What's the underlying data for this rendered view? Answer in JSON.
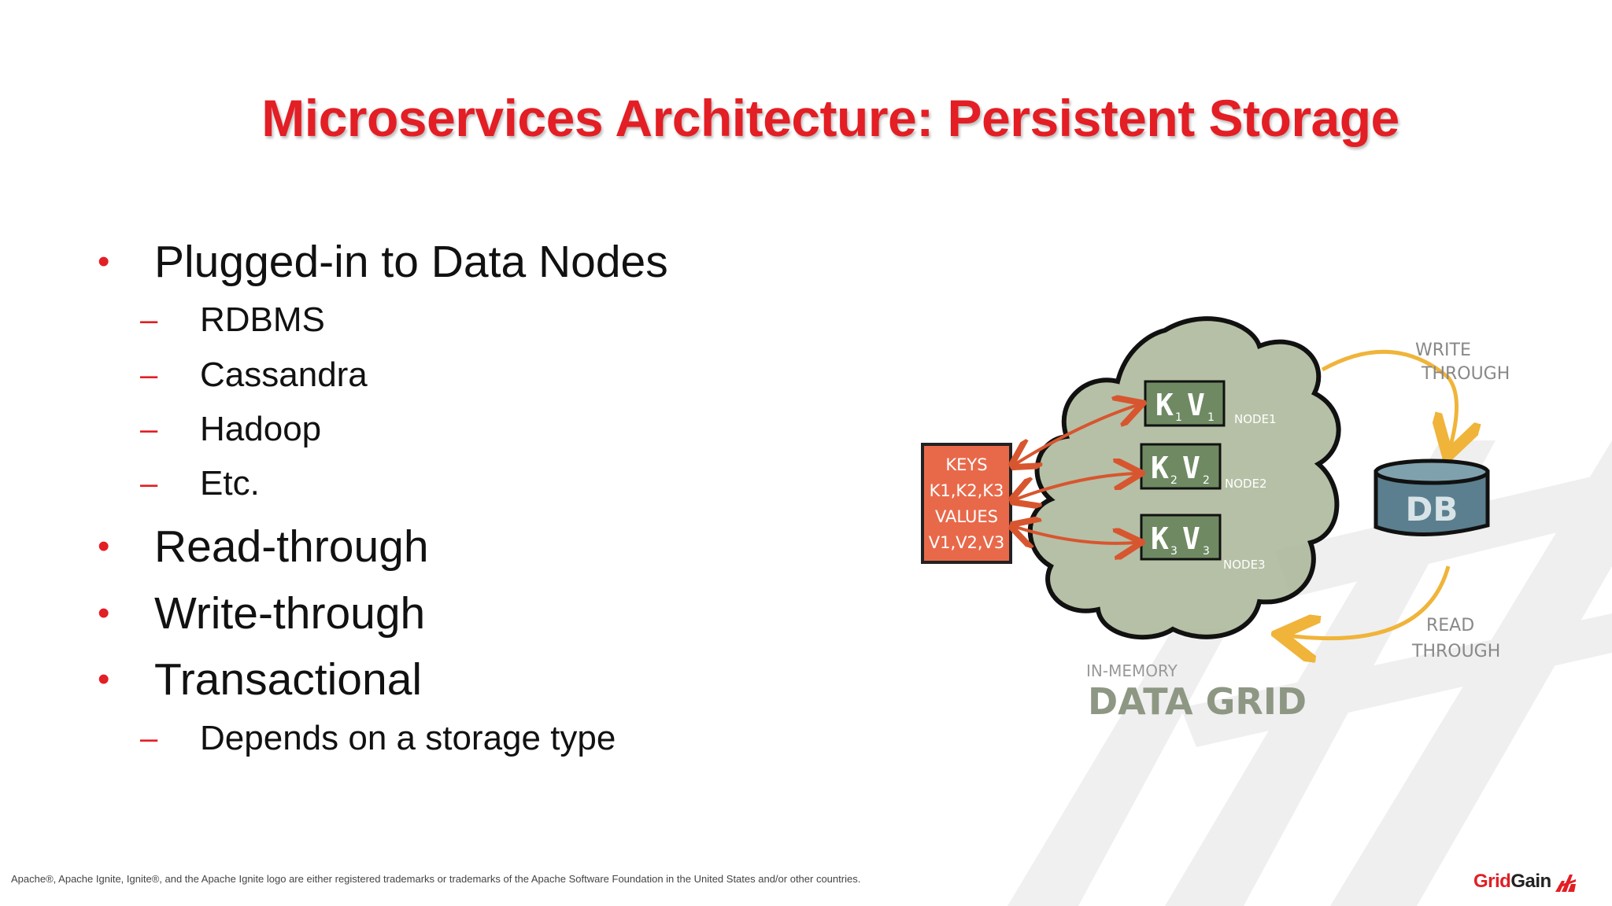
{
  "slide": {
    "title": "Microservices Architecture: Persistent Storage",
    "bullets": [
      {
        "text": "Plugged-in to Data Nodes",
        "sub": [
          "RDBMS",
          "Cassandra",
          "Hadoop",
          "Etc."
        ]
      },
      {
        "text": "Read-through",
        "sub": []
      },
      {
        "text": "Write-through",
        "sub": []
      },
      {
        "text": "Transactional",
        "sub": [
          "Depends on a storage type"
        ]
      }
    ],
    "bullet_marker": "•",
    "sub_marker": "–",
    "footer": "Apache®, Apache Ignite, Ignite®, and the Apache Ignite logo are either registered trademarks or trademarks of the Apache Software Foundation in the United States and/or other countries."
  },
  "diagram": {
    "keys_box": [
      "KEYS",
      "K1,K2,K3",
      "VALUES",
      "V1,V2,V3"
    ],
    "nodes": [
      {
        "kv_k": "K",
        "kv_ks": "1",
        "kv_v": "V",
        "kv_vs": "1",
        "label": "NODE1"
      },
      {
        "kv_k": "K",
        "kv_ks": "2",
        "kv_v": "V",
        "kv_vs": "2",
        "label": "NODE2"
      },
      {
        "kv_k": "K",
        "kv_ks": "3",
        "kv_v": "V",
        "kv_vs": "3",
        "label": "NODE3"
      }
    ],
    "write_label": [
      "WRITE",
      "THROUGH"
    ],
    "read_label": [
      "READ",
      "THROUGH"
    ],
    "db_label": "DB",
    "grid_small": "IN-MEMORY",
    "grid_big": "DATA GRID"
  },
  "logo": {
    "grid": "Grid",
    "gain": "Gain"
  },
  "colors": {
    "accent": "#e31e24",
    "cloud": "#a9b596",
    "keys_box": "#e8694a",
    "arrow_write": "#f0b43a",
    "db": "#5b7f8e"
  }
}
